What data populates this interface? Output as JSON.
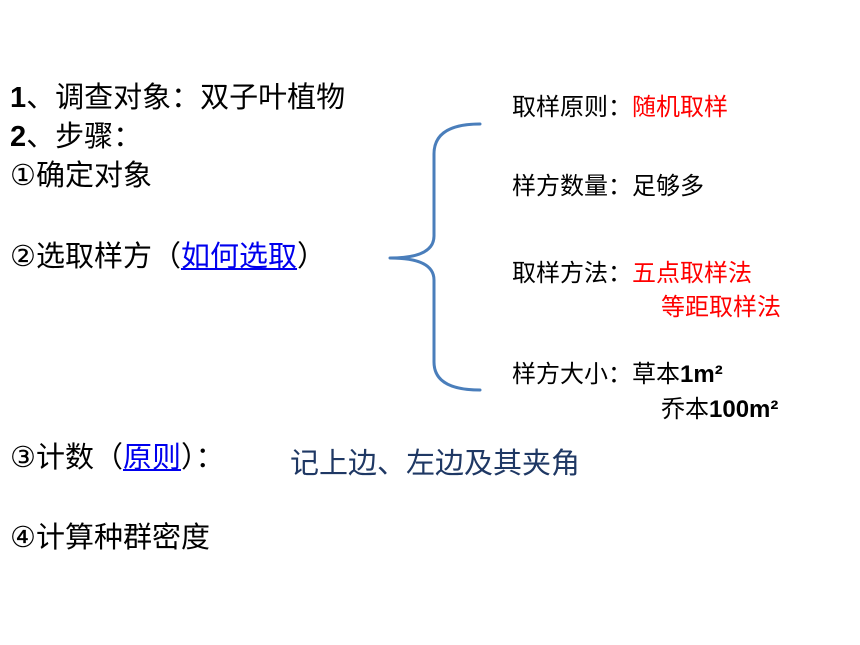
{
  "left": {
    "line1_num": "1",
    "line1_text": "、调查对象：双子叶植物",
    "line2_num": "2",
    "line2_text": "、步骤：",
    "step1": "①确定对象",
    "step2_prefix": "②选取样方（",
    "step2_link": "如何选取",
    "step2_suffix": "）",
    "step3_prefix": "③计数（",
    "step3_link": "原则",
    "step3_suffix": "）：",
    "step3_rule": "记上边、左边及其夹角",
    "step4": "④计算种群密度"
  },
  "right": {
    "principle_label": "取样原则：",
    "principle_value": "随机取样",
    "quantity_label": "样方数量：",
    "quantity_value": "足够多",
    "method_label": "取样方法：",
    "method_value_1": "五点取样法",
    "method_value_2": "等距取样法",
    "size_label": "样方大小：",
    "size_herb_prefix": "草本",
    "size_herb_value": "1m²",
    "size_tree_prefix": "乔本",
    "size_tree_value": "100m²"
  },
  "colors": {
    "link": "#0000ee",
    "highlight": "#ff0000",
    "brace": "#4a7ebb",
    "rule_text": "#1f3864"
  }
}
